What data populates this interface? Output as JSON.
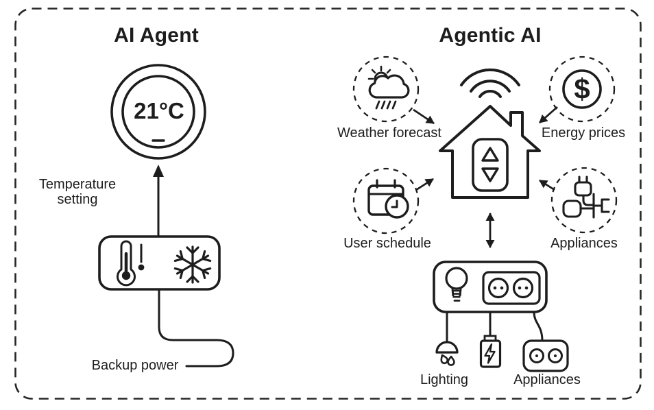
{
  "left_panel": {
    "title": "AI Agent",
    "thermostat": {
      "reading": "21°C"
    },
    "labels": {
      "temperature_setting_line1": "Temperature",
      "temperature_setting_line2": "setting",
      "backup_power": "Backup power"
    }
  },
  "right_panel": {
    "title": "Agentic AI",
    "inputs": {
      "weather": {
        "label": "Weather forecast"
      },
      "energy": {
        "label": "Energy prices",
        "symbol": "$"
      },
      "schedule": {
        "label": "User schedule"
      },
      "appliances": {
        "label": "Appliances"
      }
    },
    "outputs": {
      "lighting": {
        "label": "Lighting"
      },
      "appliances": {
        "label": "Appliances"
      }
    }
  },
  "colors": {
    "ink": "#1d1d1d",
    "background": "#ffffff"
  }
}
